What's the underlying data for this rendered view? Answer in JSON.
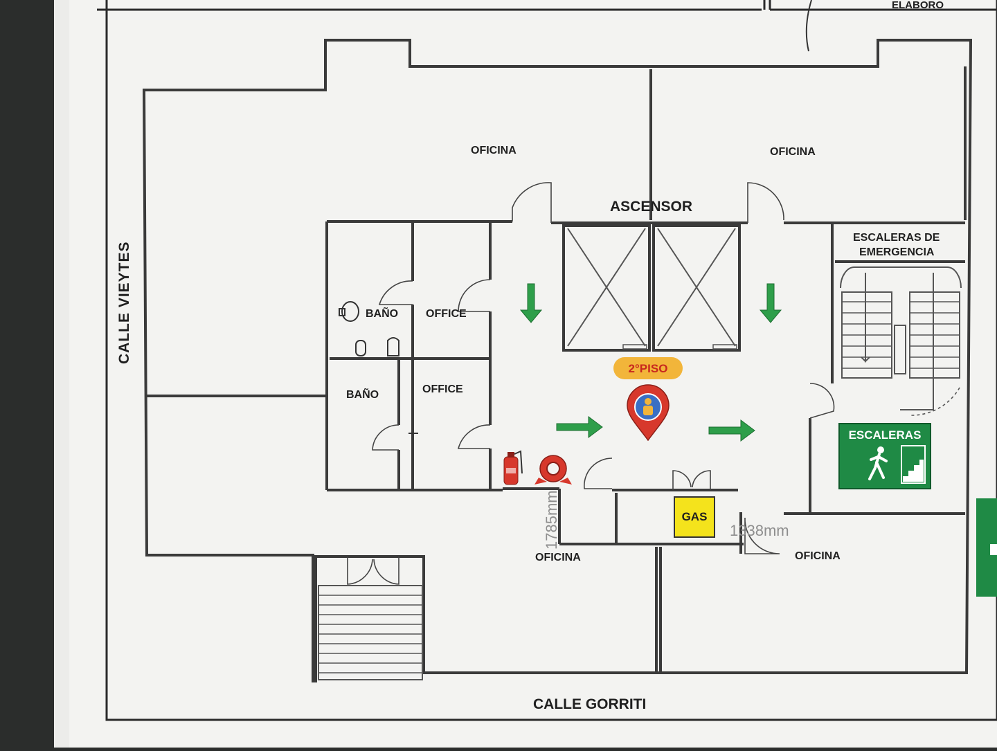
{
  "header": {
    "right_label": "ELABORO"
  },
  "streets": {
    "left": "CALLE VIEYTES",
    "bottom": "CALLE GORRITI"
  },
  "rooms": {
    "office_top_left": "OFICINA",
    "office_top_right": "OFICINA",
    "elevator": "ASCENSOR",
    "emergency_stairs_line1": "ESCALERAS DE",
    "emergency_stairs_line2": "EMERGENCIA",
    "bath_upper": "BAÑO",
    "office_upper": "OFFICE",
    "bath_lower": "BAÑO",
    "office_lower": "OFFICE",
    "office_bottom_center": "OFICINA",
    "office_bottom_right": "OFICINA",
    "gas": "GAS"
  },
  "floor_badge": "2°PISO",
  "exit_sign": {
    "label": "ESCALERAS"
  },
  "measurements": {
    "vertical": "1785mm",
    "horizontal": "1338mm"
  },
  "colors": {
    "arrow": "#2e9e4a",
    "exit_sign": "#1f8a45",
    "badge": "#f2b53a",
    "badge_text": "#c8281e",
    "marker": "#d7382c",
    "marker_inner": "#3a6fc4",
    "gas": "#f4e31c",
    "extinguisher": "#d7382c"
  }
}
